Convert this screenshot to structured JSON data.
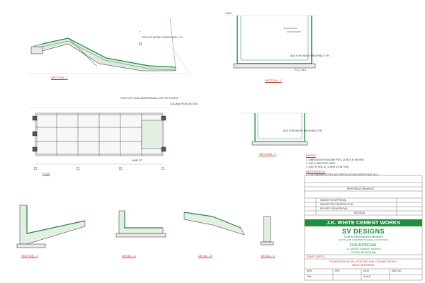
{
  "sheet": {
    "views": {
      "section1": "SECTION - 1",
      "section2": "SECTION - 2",
      "section3": "SECTION - 3",
      "section4": "SECTION - 4",
      "plan": "PLAN",
      "detail_a": "DETAIL - A",
      "detail_b": "DETAIL - B",
      "detail_c": "DETAIL - C"
    },
    "notes_title": "NOTES",
    "notes": [
      "1. DIMENSIONS IN MILLIMETRES, LEVELS IN METRES",
      "2. USE Fe 500 STEEL BARS",
      "3. SIZE OF SOIL AT -1.500M (LS 55 T/m2)"
    ],
    "references_title": "REFERENCES",
    "references": [
      "1. FOR GENERAL NOTES AND SPECIFICATIONS REFER DWG. NO. 1"
    ],
    "annotations": {
      "flat_details": "FOR FLAT DETAILS REFER DWG # -10",
      "level_top": "±0000",
      "box_type_water": "BOX TYPE WATER PROOFING (TYP)",
      "pcc": "P.C.C 1:4:8",
      "column_from": "COLUMN FROM SECTION",
      "sump": "SUMP PIT",
      "hold_down": "PLACE OF 3 SIDE UNDERPINNING FOR THE SYSTEM"
    }
  },
  "title_block": {
    "ref_drawings": "REFERENCE DRAWINGS",
    "revision": "REVISION",
    "rev_rows": [
      "ISSUED FOR CONSTRUCTION",
      "REVISED FOR APPROVAL",
      "ISSUED FOR APPROVAL"
    ],
    "company": "J.K. WHITE CEMENT WORKS",
    "firm": "SV DESIGNS",
    "firm_sub": "Civil & Structural Engineers",
    "firm_addr": "FLAT NO. ABC, APARTMENT BUILDING, COLONY ROAD",
    "approval": "FOR APPROVAL",
    "client_line1": "J.K. WHITE CEMENT WORKS",
    "client_line2": "GOTAN, RAJASTHAN",
    "project": "SUMP / DEPTS",
    "drawing_title1": "FOUNDATION PLAN & FOOTING AND COLUMN DETAILS",
    "drawing_title2": "REINFORCEMENT",
    "fields": {
      "drn": "DRN",
      "chk": "CHK",
      "apd": "APD",
      "date": "DATE",
      "scale": "SCALE",
      "dwg_no": "DWG NO."
    }
  }
}
